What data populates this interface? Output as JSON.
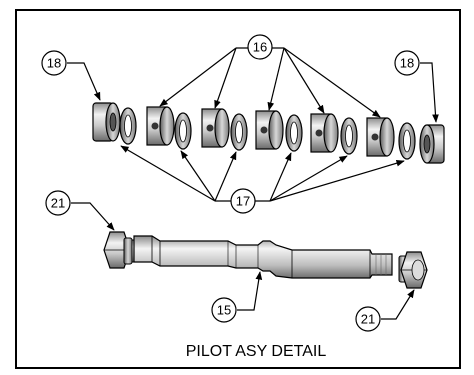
{
  "callouts": {
    "washer_left": "18",
    "washer_right": "18",
    "spacer": "16",
    "bushing": "17",
    "nut_left": "21",
    "nut_right": "21",
    "shaft": "15"
  },
  "caption": "PILOT ASY DETAIL"
}
